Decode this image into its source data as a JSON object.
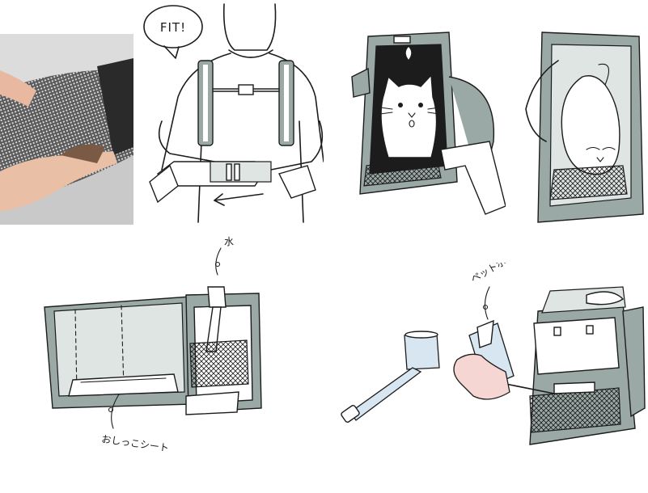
{
  "speech_bubble": {
    "text": "FIT!"
  },
  "labels": {
    "water": "水",
    "pet_sheet": "おしっこシート",
    "pet_bottle": "ペットボトル"
  },
  "colors": {
    "carrier_gray": "#9aa8a6",
    "carrier_light": "#dfe5e3",
    "bottle_blue": "#d8e6f2",
    "hand_pink": "#f6d6d2",
    "ink": "#1c1c1c"
  },
  "photo": {
    "subject": "mesh-fabric-photo"
  }
}
